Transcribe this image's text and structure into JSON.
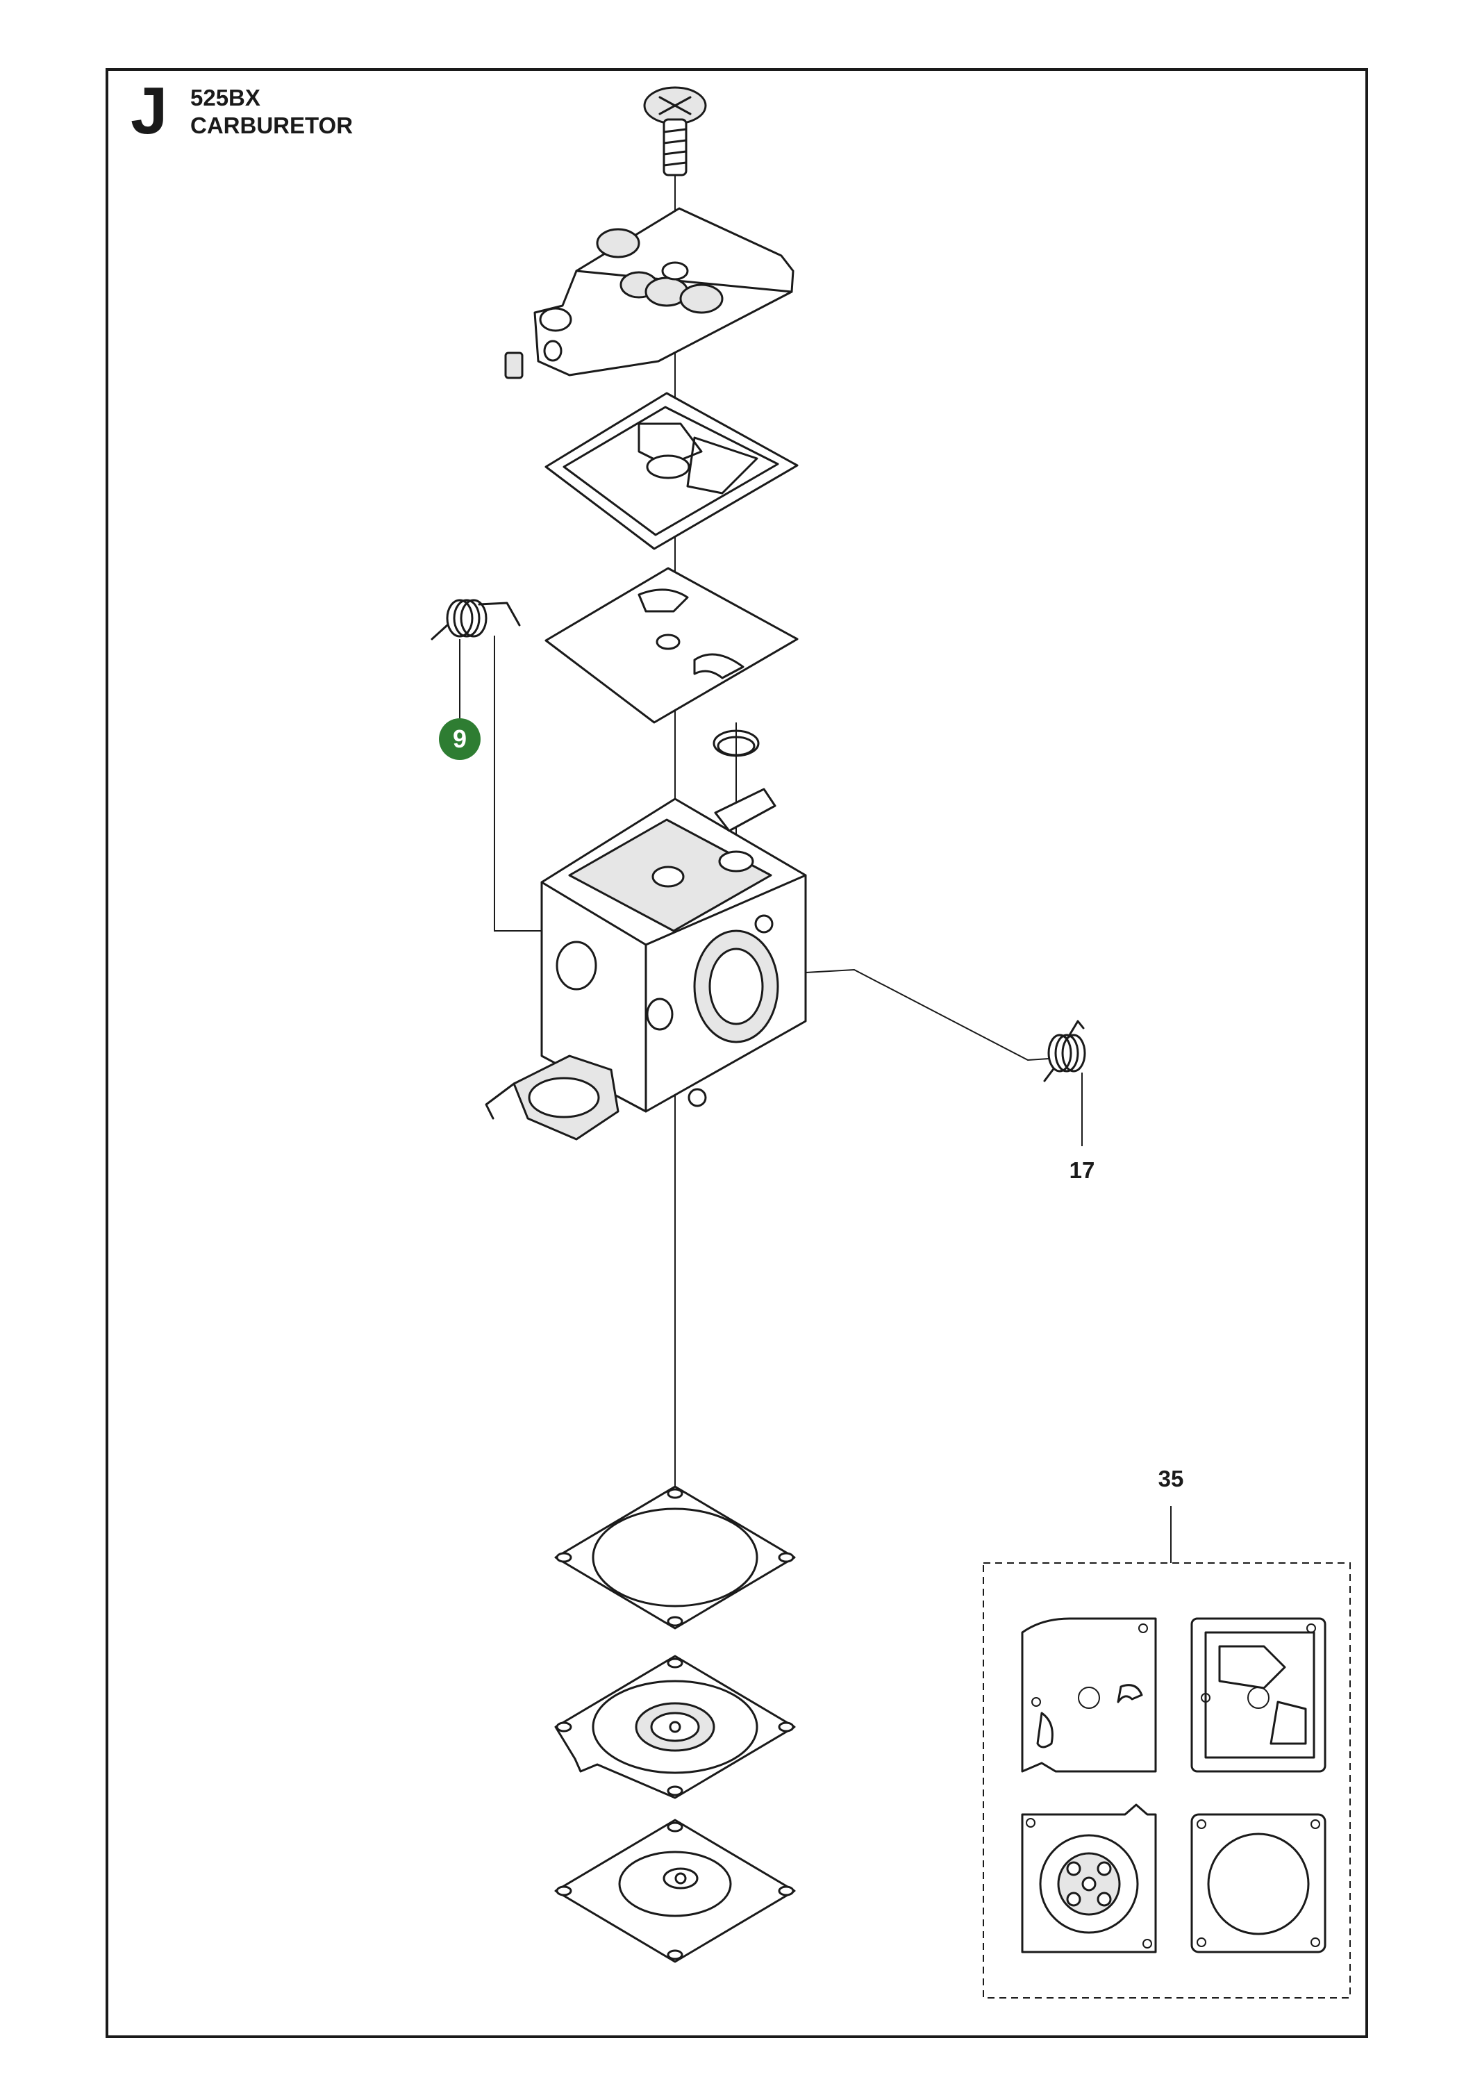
{
  "header": {
    "section_letter": "J",
    "model": "525BX",
    "title": "CARBURETOR"
  },
  "callouts": {
    "item_9": "9",
    "item_17": "17",
    "item_35": "35"
  },
  "colors": {
    "highlight": "#2e7d32",
    "line": "#1a1a1a"
  }
}
